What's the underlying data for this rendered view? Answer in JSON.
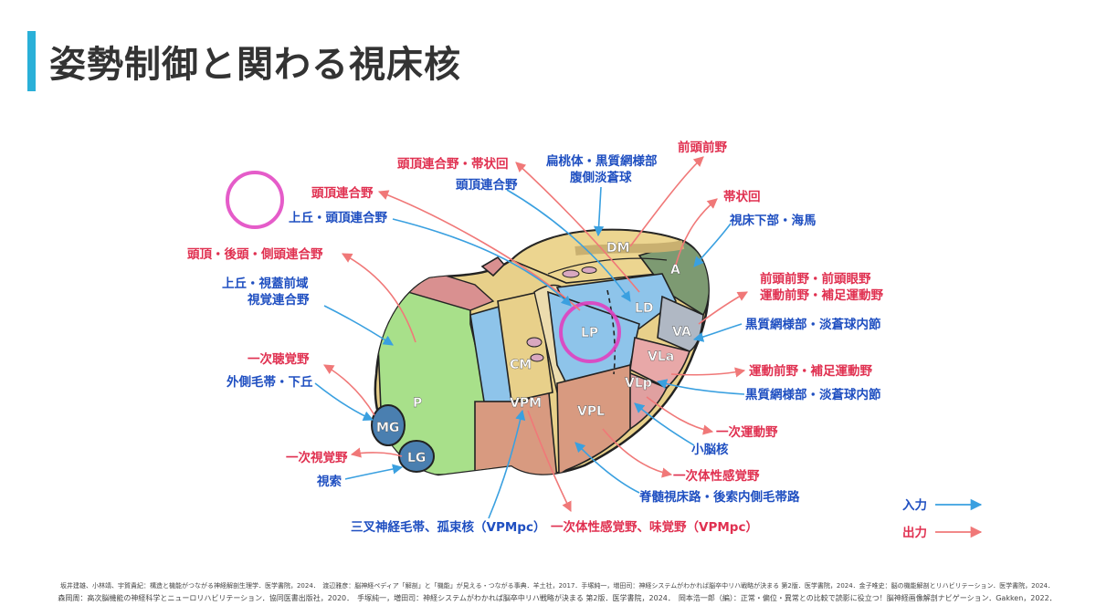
{
  "title": "姿勢制御と関わる視床核",
  "legend": {
    "input": "入力",
    "output": "出力"
  },
  "colors": {
    "input": "#3aa0e0",
    "output": "#f07878",
    "input_text": "#1f4fc1",
    "output_text": "#e03050",
    "accent": "#2ab0d8",
    "highlight": "#e040c0"
  },
  "nuclei": {
    "DM": "DM",
    "A": "A",
    "LD": "LD",
    "LP": "LP",
    "VA": "VA",
    "VLa": "VLa",
    "VLp": "VLp",
    "VPL": "VPL",
    "VPM": "VPM",
    "CM": "CM",
    "P": "P",
    "MG": "MG",
    "LG": "LG"
  },
  "labels": {
    "frontal_eye_out": "前頭前野",
    "cingulate_out": "帯状回",
    "hypo_hippo_in": "視床下部・海馬",
    "frontal_motor_out_1": "前頭前野・前頭眼野",
    "frontal_motor_out_2": "運動前野・補足運動野",
    "sn_gp_in_1": "黒質網様部・淡蒼球内節",
    "premotor_out": "運動前野・補足運動野",
    "sn_gp_in_2": "黒質網様部・淡蒼球内節",
    "primary_motor_out": "一次運動野",
    "cerebellum_in": "小脳核",
    "somato_out": "一次体性感覚野",
    "spinothalamic_in": "脊髄視床路・後索内側毛帯路",
    "taste_out": "一次体性感覚野、味覚野（VPMpc）",
    "trigeminal_in": "三叉神経毛帯、孤束核（VPMpc）",
    "optic_tract_in": "視索",
    "visual_out": "一次視覚野",
    "lateral_lemniscus_in": "外側毛帯・下丘",
    "auditory_out": "一次聴覚野",
    "pulvinar_in_1": "上丘・視蓋前域",
    "pulvinar_in_2": "視覚連合野",
    "pulvinar_out": "頭頂・後頭・側頭連合野",
    "lp_in": "上丘・頭頂連合野",
    "lp_out": "頭頂連合野",
    "ld_in": "頭頂連合野",
    "ld_out": "頭頂連合野・帯状回",
    "dm_in_1": "扁桃体・黒質網様部",
    "dm_in_2": "腹側淡蒼球"
  },
  "references": {
    "line1": "坂井建雄、小林靖、宇賀貴紀：構造と機能がつながる神経解剖生理学．医学書院，2024．　渡辺雅彦：脳神経ペディア「解剖」と「機能」が見える・つながる事典．羊土社，2017．手塚純一，増田司：神経システムがわかれば脳卒中リハ戦略が決まる 第2版．医学書院，2024．金子唯史：脳の機能解剖とリハビリテーション．医学書院，2024．",
    "line2": "森岡周：高次脳機能の神経科学とニューロリハビリテーション．協同医書出版社，2020．　手塚純一，増田司：神経システムがわかれば脳卒中リハ戦略が決まる 第2版．医学書院，2024．　岡本浩一郎（編）：正常・偏位・異常との比較で読影に役立つ！脳神経画像解剖ナビゲーション．Gakken，2022．"
  }
}
